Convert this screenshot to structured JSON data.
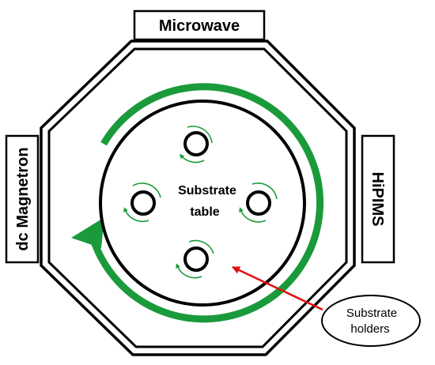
{
  "labels": {
    "top_port": "Microwave",
    "left_port": "dc Magnetron",
    "right_port": "HiPIMS",
    "table_line1": "Substrate",
    "table_line2": "table",
    "callout_line1": "Substrate",
    "callout_line2": "holders"
  },
  "colors": {
    "rotation_arrow": "#1a9a3a",
    "callout_arrow": "#e01010",
    "outline": "#000000",
    "background": "#ffffff"
  }
}
